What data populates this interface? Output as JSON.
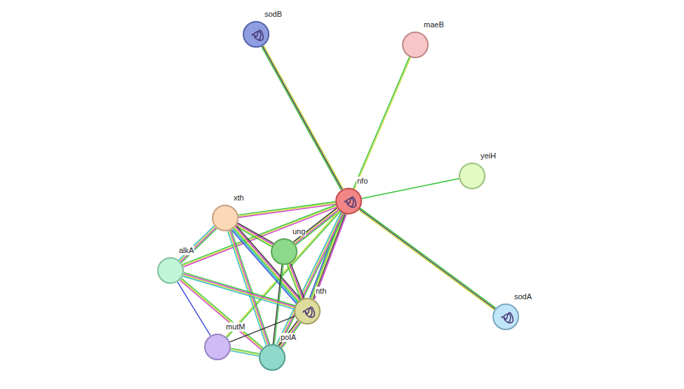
{
  "diagram": {
    "nodes": [
      {
        "text": [
          "sodB"
        ]
      },
      {
        "text": [
          "maeB"
        ]
      },
      {
        "text": [
          "yeiH"
        ]
      },
      {
        "text": [
          "nfo"
        ]
      },
      {
        "text": [
          "xth"
        ]
      },
      {
        "text": [
          "ung"
        ]
      },
      {
        "text": [
          "alkA"
        ]
      },
      {
        "text": [
          "nth"
        ]
      },
      {
        "text": [
          "sodA"
        ]
      },
      {
        "text": [
          "mutM"
        ]
      },
      {
        "text": [
          "polA"
        ]
      }
    ],
    "edges": [
      {
        "from": 3,
        "to": 0,
        "arrow": "none"
      },
      {
        "from": 3,
        "to": 1,
        "arrow": "none"
      },
      {
        "from": 3,
        "to": 2,
        "arrow": "none"
      },
      {
        "from": 3,
        "to": 8,
        "arrow": "none"
      },
      {
        "from": 3,
        "to": 4,
        "arrow": "none"
      },
      {
        "from": 3,
        "to": 5,
        "arrow": "none"
      },
      {
        "from": 3,
        "to": 6,
        "arrow": "none"
      },
      {
        "from": 3,
        "to": 7,
        "arrow": "none"
      },
      {
        "from": 3,
        "to": 9,
        "arrow": "none"
      },
      {
        "from": 3,
        "to": 10,
        "arrow": "none"
      },
      {
        "from": 4,
        "to": 5,
        "arrow": "none"
      },
      {
        "from": 4,
        "to": 6,
        "arrow": "none"
      },
      {
        "from": 4,
        "to": 7,
        "arrow": "none"
      },
      {
        "from": 4,
        "to": 10,
        "arrow": "none"
      },
      {
        "from": 5,
        "to": 7,
        "arrow": "none"
      },
      {
        "from": 5,
        "to": 10,
        "arrow": "none"
      },
      {
        "from": 6,
        "to": 7,
        "arrow": "none"
      },
      {
        "from": 6,
        "to": 10,
        "arrow": "none"
      },
      {
        "from": 6,
        "to": 9,
        "arrow": "none"
      },
      {
        "from": 9,
        "to": 7,
        "arrow": "none"
      },
      {
        "from": 9,
        "to": 10,
        "arrow": "none"
      },
      {
        "from": 7,
        "to": 10,
        "arrow": "none"
      }
    ]
  }
}
